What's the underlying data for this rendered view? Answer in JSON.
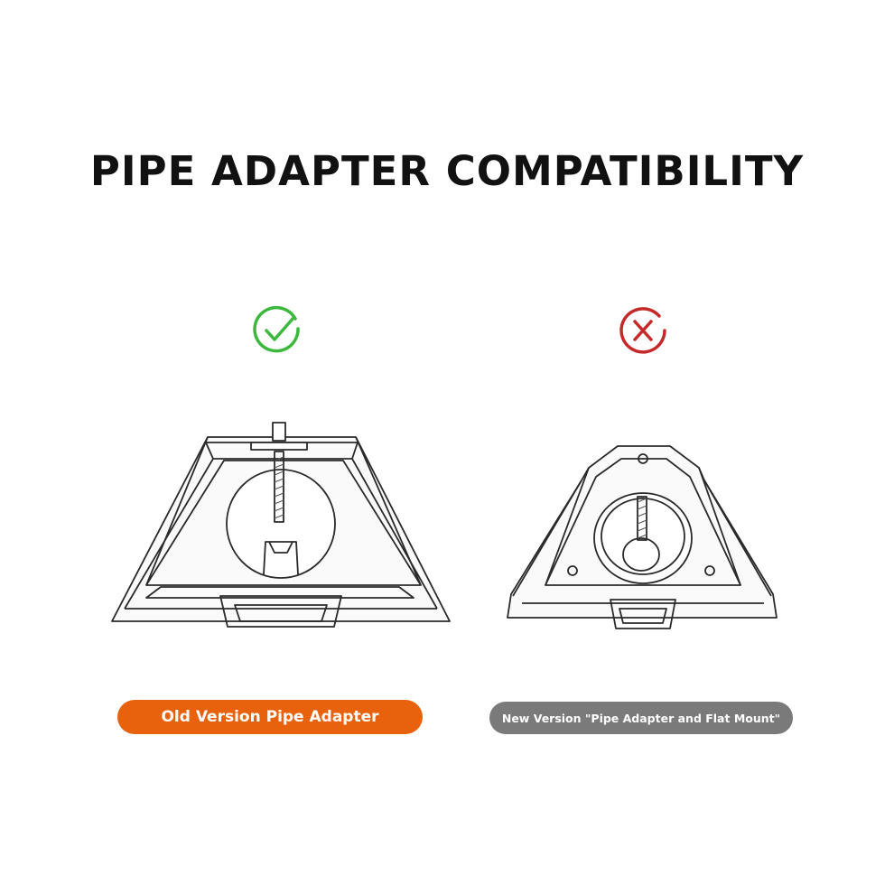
{
  "title": "PIPE ADAPTER COMPATIBILITY",
  "old_version": {
    "status_icon": "check-circle-icon",
    "status_color": "#3cb83c",
    "label": "Old Version Pipe Adapter",
    "label_color": "#e8620e"
  },
  "new_version": {
    "status_icon": "x-circle-icon",
    "status_color": "#c42a2a",
    "label": "New Version \"Pipe Adapter and Flat Mount\"",
    "label_color": "#7a7a7a"
  }
}
